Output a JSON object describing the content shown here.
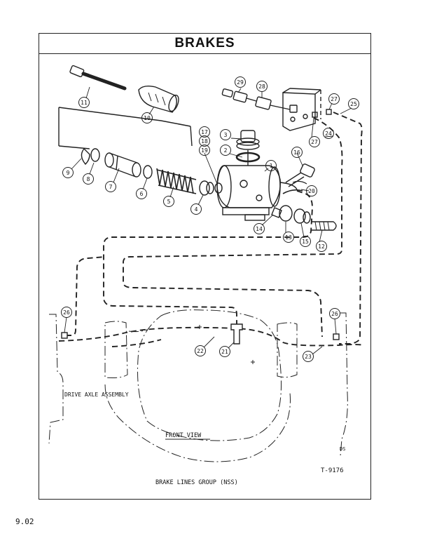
{
  "page": {
    "title": "BRAKES",
    "page_number": "9.02"
  },
  "diagram": {
    "figure_id": "T-9176",
    "caption": "BRAKE LINES GROUP (NSS)",
    "labels": {
      "drive_axle": "DRIVE AXLE ASSEMBLY",
      "front_view": "FRONT VIEW",
      "ds_mark": "DS"
    },
    "callouts": [
      "1",
      "2",
      "3",
      "4",
      "5",
      "6",
      "7",
      "8",
      "9",
      "10",
      "11",
      "12",
      "13",
      "14",
      "15",
      "16",
      "17",
      "18",
      "19",
      "20",
      "21",
      "22",
      "23",
      "24",
      "25",
      "26",
      "26",
      "27",
      "27",
      "29"
    ]
  }
}
